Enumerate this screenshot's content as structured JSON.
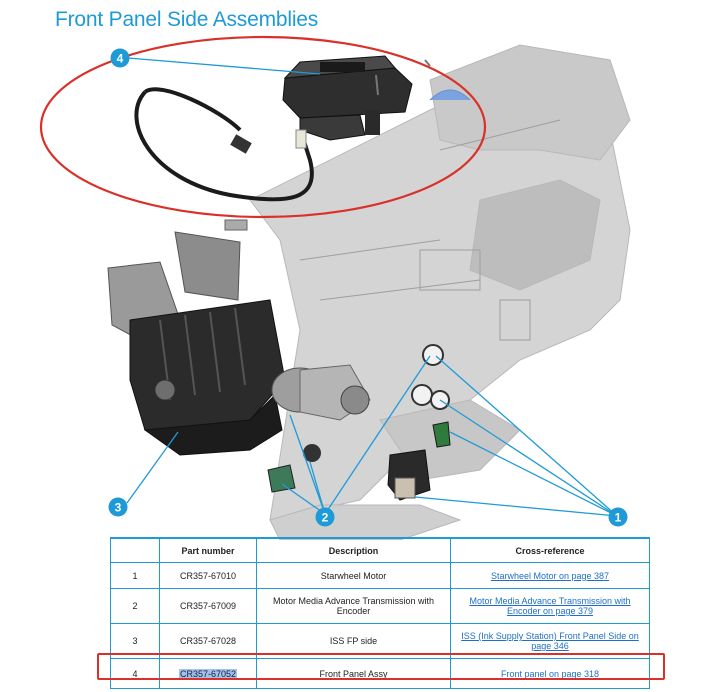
{
  "page": {
    "title": "Front Panel Side Assemblies"
  },
  "callouts": {
    "c1": "1",
    "c2": "2",
    "c3": "3",
    "c4": "4"
  },
  "colors": {
    "accent": "#1e9bd7",
    "callout": "#1e9bd7",
    "highlight_red": "#d9302a",
    "link": "#1e6fc7"
  },
  "table": {
    "headers": [
      "",
      "Part number",
      "Description",
      "Cross-reference"
    ],
    "rows": [
      {
        "num": "1",
        "part": "CR357-67010",
        "desc": "Starwheel Motor",
        "ref": "Starwheel Motor on page 387"
      },
      {
        "num": "2",
        "part": "CR357-67009",
        "desc": "Motor Media Advance Transmission with Encoder",
        "ref": "Motor Media Advance Transmission with Encoder on page 379"
      },
      {
        "num": "3",
        "part": "CR357-67028",
        "desc": "ISS FP side",
        "ref": "ISS (Ink Supply Station) Front Panel Side on page 346"
      },
      {
        "num": "4",
        "part": "CR357-67052",
        "desc": "Front Panel Assy",
        "ref": "Front panel on page 318"
      }
    ]
  }
}
